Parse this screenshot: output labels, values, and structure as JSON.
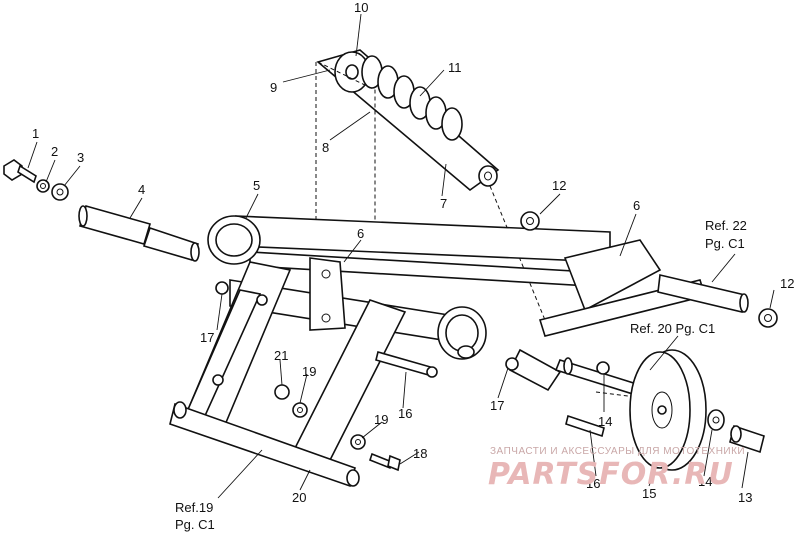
{
  "callouts": {
    "c1": "1",
    "c2": "2",
    "c3": "3",
    "c4": "4",
    "c5": "5",
    "c6a": "6",
    "c6b": "6",
    "c7": "7",
    "c8": "8",
    "c9": "9",
    "c10": "10",
    "c11": "11",
    "c12a": "12",
    "c12b": "12",
    "c13": "13",
    "c14a": "14",
    "c14b": "14",
    "c15": "15",
    "c16a": "16",
    "c16b": "16",
    "c17a": "17",
    "c17b": "17",
    "c18": "18",
    "c19a": "19",
    "c19b": "19",
    "c20": "20",
    "c21": "21"
  },
  "references": {
    "ref22_line1": "Ref. 22",
    "ref22_line2": "Pg. C1",
    "ref20": "Ref. 20 Pg. C1",
    "ref19_line1": "Ref.19",
    "ref19_line2": "Pg. C1"
  },
  "watermark": {
    "tagline": "ЗАПЧАСТИ И АКСЕССУАРЫ ДЛЯ МОТОТЕХНИКИ",
    "brand": "PARTSFOR.RU"
  }
}
